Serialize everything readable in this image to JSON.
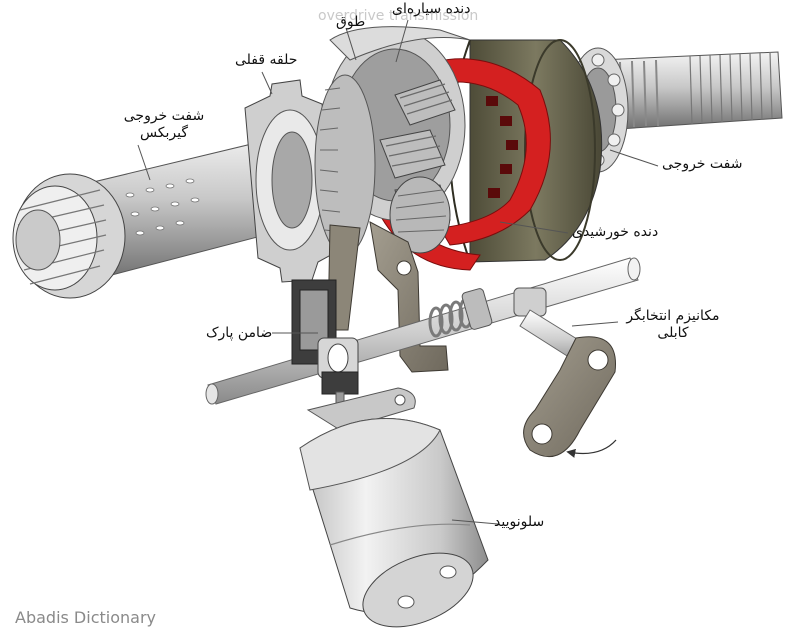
{
  "watermark_top": "overdrive transmission",
  "watermark_bottom": "Abadis Dictionary",
  "labels": {
    "planet_gear": "دنده سیاره‌ای",
    "ring": "طوق",
    "lock_ring": "حلقه قفلی",
    "gearbox_output_shaft": "شفت خروجی گیربکس",
    "output_shaft": "شفت خروجی",
    "sun_gear": "دنده خورشیدی",
    "cable_selector": "مکانیزم انتخابگر کابلی",
    "park_pawl": "ضامن پارک",
    "solenoid": "سلونویید"
  },
  "colors": {
    "metal_light": "#e6e6e6",
    "metal_mid": "#a9a9a9",
    "metal_dark": "#5a5a5a",
    "accent_red": "#d42020",
    "olive_housing": "#6d6a4e",
    "bracket": "#8c8678"
  }
}
